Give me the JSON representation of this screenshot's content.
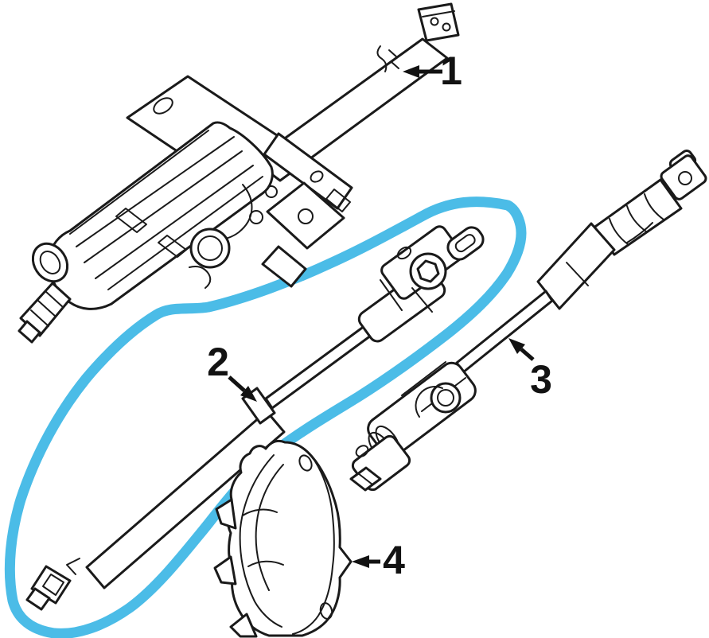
{
  "diagram": {
    "kind": "steering-column-parts-diagram",
    "background": "#ffffff",
    "ink_color": "#1a1a1a",
    "annotation": {
      "shape": "freehand-highlight-loop",
      "color": "#41b8e6",
      "encircles_callout": "2"
    },
    "callouts": [
      {
        "label": "1"
      },
      {
        "label": "2"
      },
      {
        "label": "3"
      },
      {
        "label": "4"
      }
    ]
  }
}
